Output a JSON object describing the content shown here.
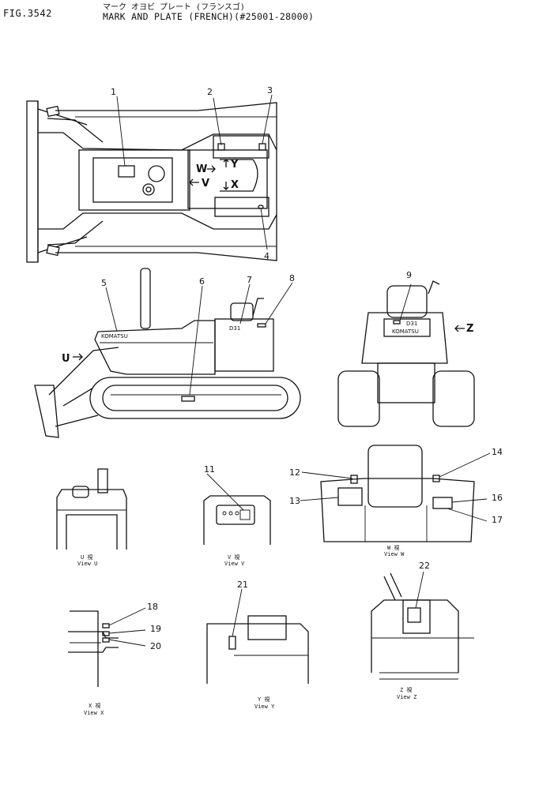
{
  "header": {
    "fig_no": "FIG.3542",
    "title_jp": "マーク オヨビ プレート (フランスゴ)",
    "title_en": "MARK AND PLATE (FRENCH)(#25001-28000)"
  },
  "callouts": [
    "1",
    "2",
    "3",
    "4",
    "5",
    "6",
    "7",
    "8",
    "9",
    "11",
    "12",
    "13",
    "14",
    "16",
    "17",
    "18",
    "19",
    "20",
    "21",
    "22"
  ],
  "view_markers": {
    "w": "W",
    "v": "V",
    "y": "Y",
    "x": "X",
    "u": "U",
    "z": "Z"
  },
  "machine_labels": {
    "brand": "KOMATSU",
    "model": "D31"
  },
  "view_captions": {
    "u": {
      "jp": "U 視",
      "en": "View U"
    },
    "v": {
      "jp": "V 視",
      "en": "View V"
    },
    "w": {
      "jp": "W 視",
      "en": "View W"
    },
    "x": {
      "jp": "X 視",
      "en": "View X"
    },
    "y": {
      "jp": "Y 視",
      "en": "View Y"
    },
    "z": {
      "jp": "Z 視",
      "en": "View Z"
    }
  }
}
